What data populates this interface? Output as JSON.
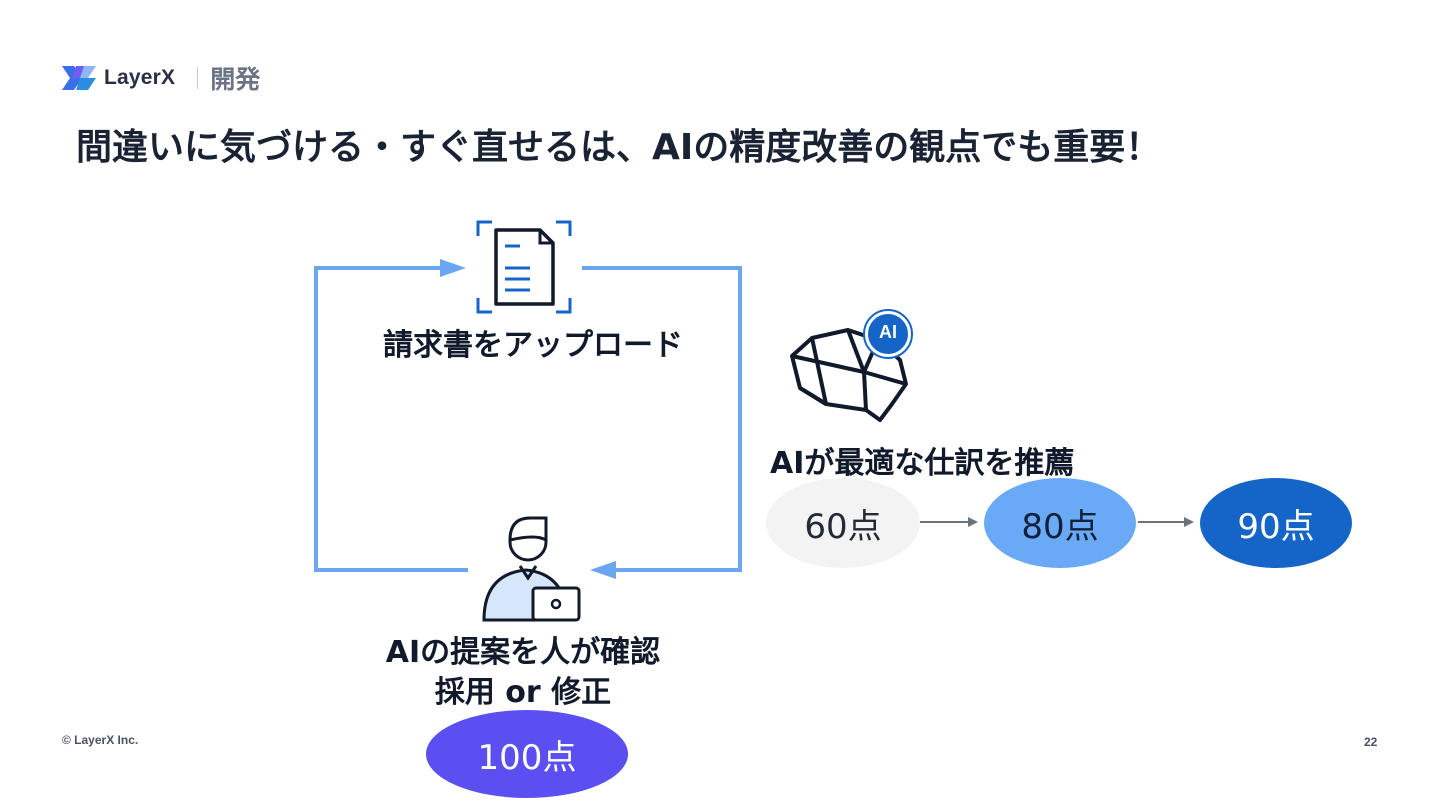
{
  "header": {
    "brand": "LayerX",
    "section": "開発",
    "title": "間違いに気づける・すぐ直せるは、AIの精度改善の観点でも重要！"
  },
  "cycle": {
    "upload_label": "請求書をアップロード",
    "review_line1": "AIの提案を人が確認",
    "review_line2": "採用 or 修正",
    "final_score": "100点"
  },
  "ai": {
    "badge": "AI",
    "label": "AIが最適な仕訳を推薦",
    "scores": [
      "60点",
      "80点",
      "90点"
    ]
  },
  "colors": {
    "loop_line": "#6ba6f0",
    "score_1": "#f3f3f3",
    "score_2": "#6aa9f5",
    "score_3": "#1565c8",
    "final": "#5b4ff2"
  },
  "footer": {
    "copyright": "© LayerX Inc.",
    "page_number": "22"
  }
}
